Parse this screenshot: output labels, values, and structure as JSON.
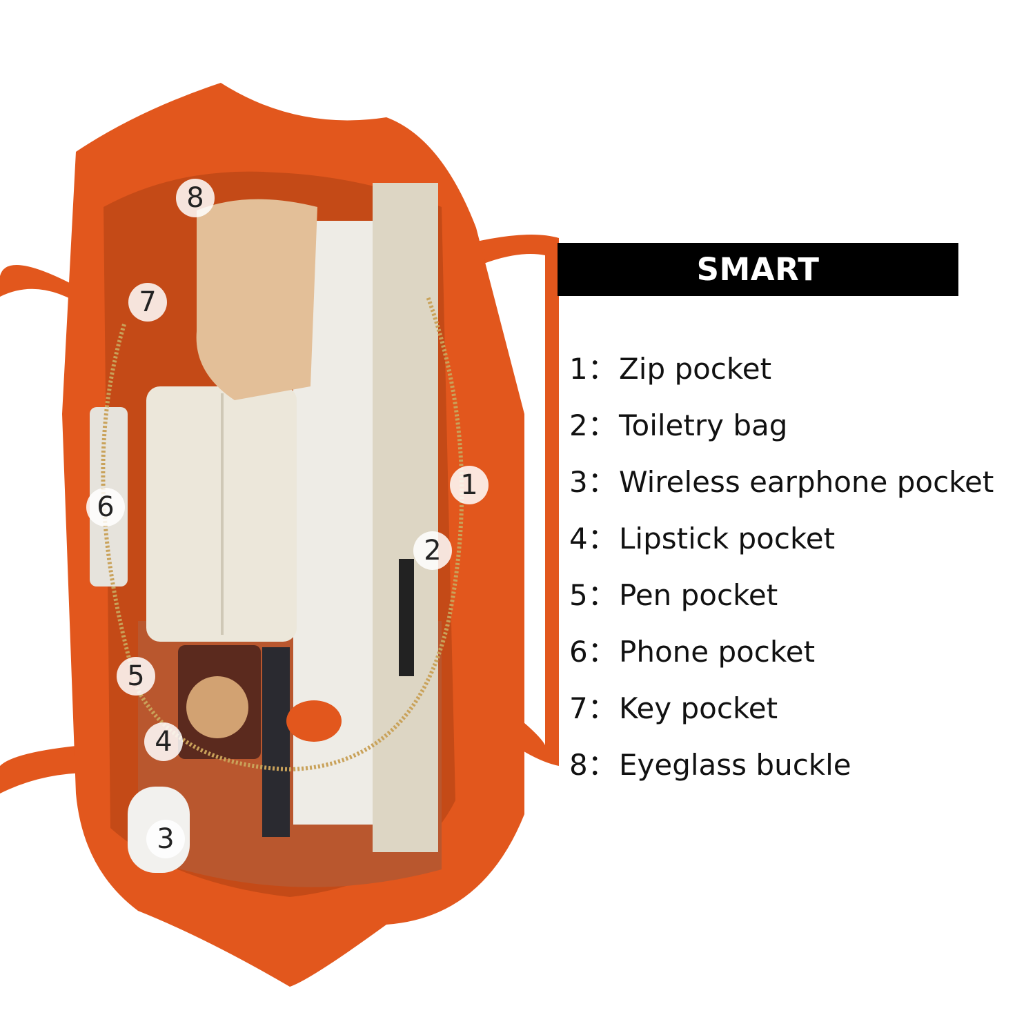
{
  "title": "SMART ORGANIZATION",
  "colors": {
    "leather": "#e2571d",
    "leather_dark": "#b8420f",
    "title_bg": "#000000",
    "marker_bg": "#ffffff"
  },
  "markers": [
    {
      "num": "1"
    },
    {
      "num": "2"
    },
    {
      "num": "3"
    },
    {
      "num": "4"
    },
    {
      "num": "5"
    },
    {
      "num": "6"
    },
    {
      "num": "7"
    },
    {
      "num": "8"
    }
  ],
  "legend": [
    {
      "num": "1：",
      "label": "Zip pocket"
    },
    {
      "num": "2：",
      "label": "Toiletry bag"
    },
    {
      "num": "3：",
      "label": "Wireless earphone pocket"
    },
    {
      "num": "4：",
      "label": "Lipstick pocket"
    },
    {
      "num": "5：",
      "label": "Pen pocket"
    },
    {
      "num": "6：",
      "label": "Phone pocket"
    },
    {
      "num": "7：",
      "label": "Key pocket"
    },
    {
      "num": "8：",
      "label": "Eyeglass buckle"
    }
  ]
}
